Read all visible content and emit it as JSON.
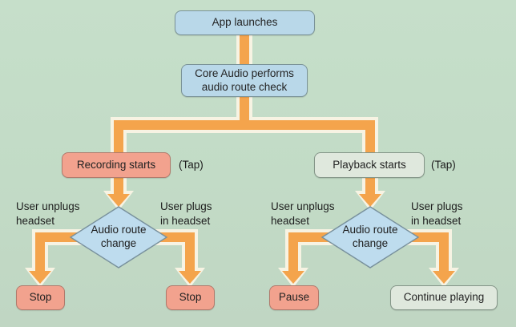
{
  "diagram": {
    "type": "flowchart",
    "nodes": {
      "app_launches": "App launches",
      "core_audio": "Core Audio performs\naudio route check",
      "recording_starts": "Recording starts",
      "recording_tap": "(Tap)",
      "playback_starts": "Playback starts",
      "playback_tap": "(Tap)",
      "left_decision": "Audio route\nchange",
      "right_decision": "Audio route\nchange",
      "left_unplug_label": "User unplugs\nheadset",
      "left_plug_label": "User plugs\nin headset",
      "right_unplug_label": "User unplugs\nheadset",
      "right_plug_label": "User plugs\nin headset",
      "stop_after_unplug": "Stop",
      "stop_after_plug": "Stop",
      "pause": "Pause",
      "continue_playing": "Continue playing"
    },
    "colors": {
      "background": "#c3dcc7",
      "arrow_orange": "#f4a44c",
      "arrow_outline": "#f7f3e3",
      "process_blue": "#b9d8e9",
      "action_salmon": "#f2a28e",
      "neutral_gray": "#dfe8dd",
      "text": "#232323"
    }
  }
}
